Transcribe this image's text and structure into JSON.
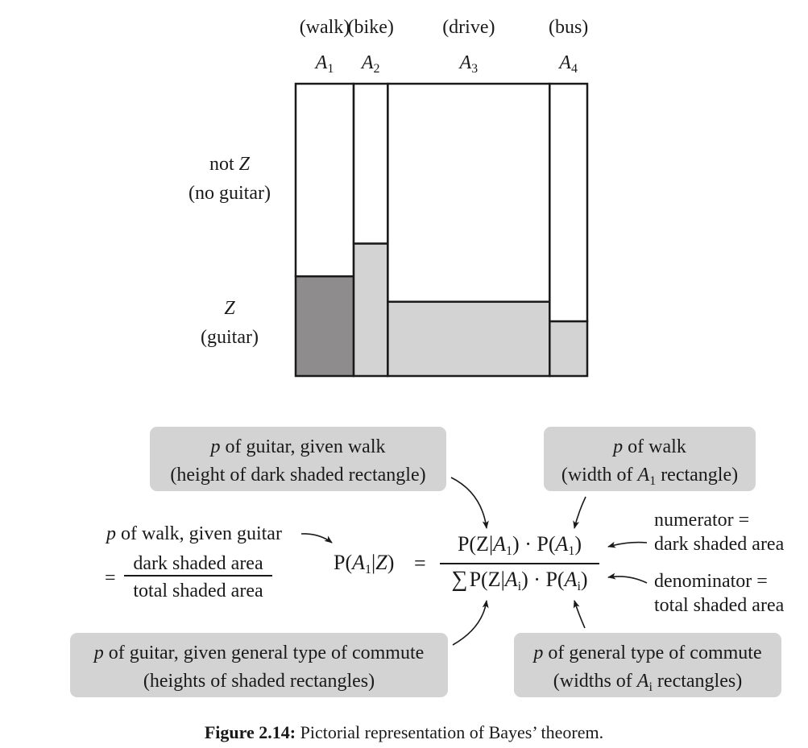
{
  "mosaic": {
    "columns": [
      {
        "category": "(walk)",
        "event": "A",
        "sub": "1",
        "width_share": 0.199,
        "z_share": 0.341
      },
      {
        "category": "(bike)",
        "event": "A",
        "sub": "2",
        "width_share": 0.117,
        "z_share": 0.453
      },
      {
        "category": "(drive)",
        "event": "A",
        "sub": "3",
        "width_share": 0.555,
        "z_share": 0.254
      },
      {
        "category": "(bus)",
        "event": "A",
        "sub": "4",
        "width_share": 0.129,
        "z_share": 0.187
      }
    ],
    "row_labels": {
      "not_z": {
        "prefix": "not ",
        "var": "Z",
        "paren": "(no guitar)"
      },
      "z": {
        "var": "Z",
        "paren": "(guitar)"
      }
    },
    "colors": {
      "dark": "#8e8c8d",
      "light": "#d3d3d3",
      "edge": "#1a1a1a",
      "box": "#d3d3d3"
    }
  },
  "boxes": {
    "top_left": {
      "p": "p",
      "line1": " of guitar, given walk",
      "line2": "(height of dark shaded rectangle)"
    },
    "top_right": {
      "p": "p",
      "line1": " of walk",
      "line2_pre": "(width of ",
      "var": "A",
      "sub": "1",
      "line2_post": " rectangle)"
    },
    "bottom_left": {
      "p": "p",
      "line1": " of guitar, given general type of commute",
      "line2": "(heights of shaded rectangles)"
    },
    "bottom_right": {
      "p": "p",
      "line1": " of general type of commute",
      "line2_pre": "(widths of ",
      "var": "A",
      "sub": "i",
      "line2_post": " rectangles)"
    }
  },
  "left_note": {
    "p": "p",
    "line1": " of walk, given guitar",
    "eq": "=",
    "numerator": "dark shaded area",
    "denominator": "total shaded area"
  },
  "formula": {
    "lhs_p": "P(",
    "lhs_a": "A",
    "lhs_sub": "1",
    "lhs_bar": "|",
    "lhs_z": "Z",
    "lhs_close": ")",
    "equals": "=",
    "num_1": "P(Z|",
    "num_a1": "A",
    "num_s1": "1",
    "num_2": ") · P(",
    "num_a2": "A",
    "num_s2": "1",
    "num_3": ")",
    "sigma": "∑",
    "den_1": "P(Z|",
    "den_a1": "A",
    "den_s1": "i",
    "den_2": ") · P(",
    "den_a2": "A",
    "den_s2": "i",
    "den_3": ")"
  },
  "right_notes": {
    "numerator": {
      "line1": "numerator =",
      "line2": "dark shaded area"
    },
    "denominator": {
      "line1": "denominator =",
      "line2": "total shaded area"
    }
  },
  "caption": {
    "label": "Figure 2.14:",
    "text": " Pictorial representation of Bayes’ theorem."
  }
}
